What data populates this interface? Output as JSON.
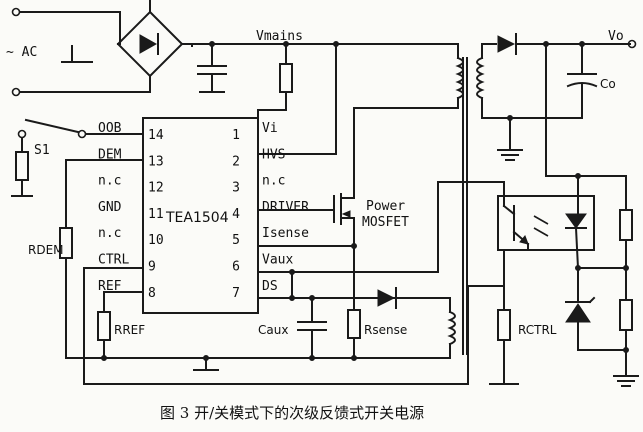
{
  "figure": {
    "caption": "图 3   开/关模式下的次级反馈式开关电源"
  },
  "ic": {
    "name": "TEA1504",
    "pins": [
      {
        "num": "14",
        "label": "OOB",
        "side": "left"
      },
      {
        "num": "13",
        "label": "DEM",
        "side": "left"
      },
      {
        "num": "12",
        "label": "n.c",
        "side": "left"
      },
      {
        "num": "11",
        "label": "GND",
        "side": "left"
      },
      {
        "num": "10",
        "label": "n.c",
        "side": "left"
      },
      {
        "num": "9",
        "label": "CTRL",
        "side": "left"
      },
      {
        "num": "8",
        "label": "REF",
        "side": "left"
      },
      {
        "num": "1",
        "label": "Vi",
        "side": "right"
      },
      {
        "num": "2",
        "label": "HVS",
        "side": "right"
      },
      {
        "num": "3",
        "label": "n.c",
        "side": "right"
      },
      {
        "num": "4",
        "label": "DRIVER",
        "side": "right"
      },
      {
        "num": "5",
        "label": "Isense",
        "side": "right"
      },
      {
        "num": "6",
        "label": "Vaux",
        "side": "right"
      },
      {
        "num": "7",
        "label": "DS",
        "side": "right"
      }
    ]
  },
  "labels": {
    "ac": "~ AC",
    "vmains": "Vmains",
    "s1": "S1",
    "power": "Power",
    "mosfet": "MOSFET",
    "vo": "Vo",
    "co": "Co",
    "rdem": "RDEM",
    "rref": "RREF",
    "caux": "Caux",
    "rsense": "Rsense",
    "rctrl": "RCTRL"
  }
}
